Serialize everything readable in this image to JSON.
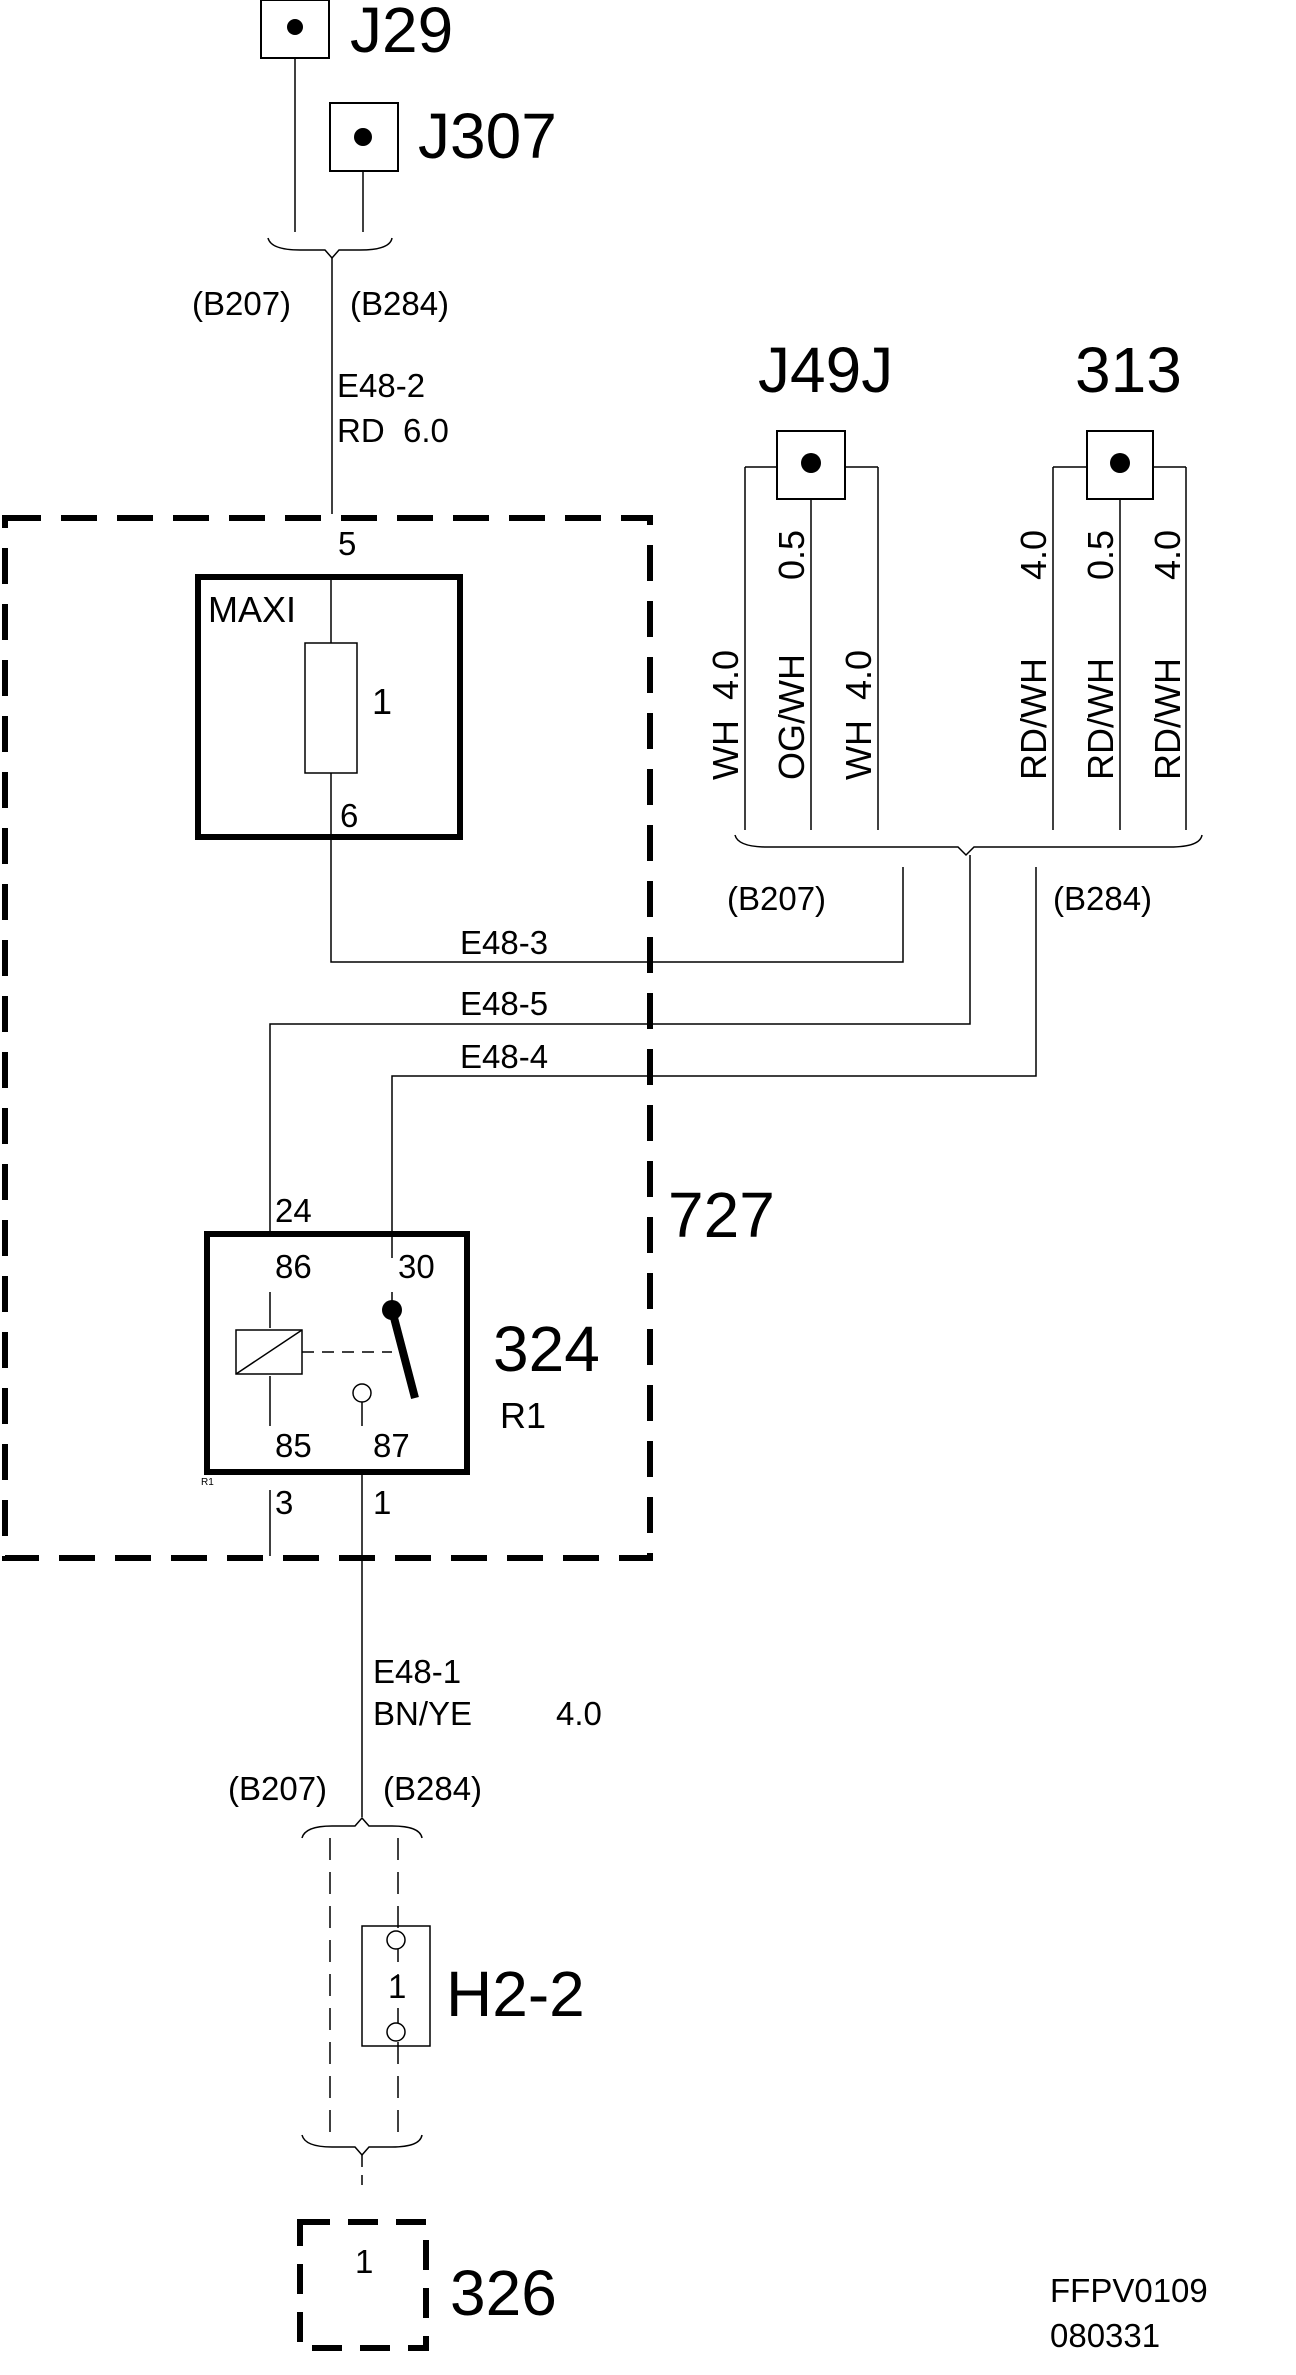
{
  "ground_points": {
    "j29": "J29",
    "j307": "J307",
    "j49j": "J49J",
    "g313": "313"
  },
  "variants": {
    "b207": "(B207)",
    "b284": "(B284)"
  },
  "wires": {
    "e48_2": {
      "id": "E48-2",
      "spec": "RD  6.0"
    },
    "e48_3": "E48-3",
    "e48_5": "E48-5",
    "e48_4": "E48-4",
    "e48_1": {
      "id": "E48-1",
      "color": "BN/YE",
      "size": "4.0"
    }
  },
  "vertical_wire_labels": {
    "wh_1": "WH  4.0",
    "og_wh_color": "OG/WH",
    "og_wh_size": "0.5",
    "wh_2": "WH  4.0",
    "rd_wh_1_color": "RD/WH",
    "rd_wh_1_size": "4.0",
    "rd_wh_2_color": "RD/WH",
    "rd_wh_2_size": "0.5",
    "rd_wh_3_color": "RD/WH",
    "rd_wh_3_size": "4.0"
  },
  "fuse_box": {
    "id": "727",
    "maxi_label": "MAXI",
    "fuse_number": "1",
    "pin_in": "5",
    "pin_out": "6"
  },
  "relay": {
    "id": "324",
    "ref": "R1",
    "small_ref": "R1",
    "pin_24": "24",
    "pin_86": "86",
    "pin_30": "30",
    "pin_85": "85",
    "pin_87": "87",
    "pin_3": "3",
    "pin_1": "1"
  },
  "h2_2": {
    "id": "H2-2",
    "number": "1"
  },
  "component_326": {
    "id": "326",
    "number": "1"
  },
  "footer": {
    "code": "FFPV0109",
    "date": "080331"
  }
}
